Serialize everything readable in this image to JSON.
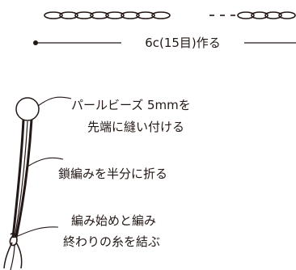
{
  "diagram": {
    "colors": {
      "ink": "#231815",
      "background": "#ffffff"
    },
    "chain_width_label": "6c(15目)作る",
    "callouts": {
      "pearl": {
        "line1": "パールビーズ 5mmを",
        "line2": "先端に縫い付ける"
      },
      "fold": "鎖編みを半分に折る",
      "tie": {
        "line1": "編み始めと編み",
        "line2": "終わりの糸を結ぶ"
      }
    }
  }
}
